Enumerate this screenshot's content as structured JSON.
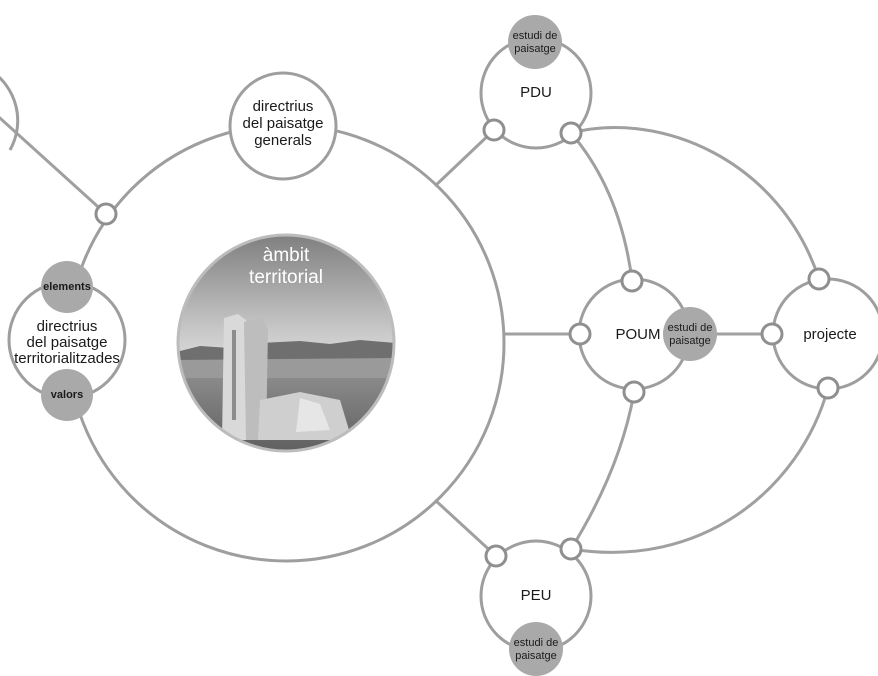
{
  "diagram": {
    "center": {
      "title_line1": "àmbit",
      "title_line2": "territorial",
      "photo": "landscape-ruins-photo"
    },
    "generals": {
      "line1": "directrius",
      "line2": "del paisatge",
      "line3": "generals"
    },
    "territorialitzades": {
      "line1": "directrius",
      "line2": "del paisatge",
      "line3": "territorialitzades",
      "top_badge": "elements",
      "bottom_badge": "valors"
    },
    "pdu": {
      "label": "PDU",
      "badge_line1": "estudi de",
      "badge_line2": "paisatge"
    },
    "poum": {
      "label": "POUM",
      "badge_line1": "estudi de",
      "badge_line2": "paisatge"
    },
    "peu": {
      "label": "PEU",
      "badge_line1": "estudi de",
      "badge_line2": "paisatge"
    },
    "projecte": {
      "label": "projecte"
    }
  },
  "colors": {
    "ring": "#9e9e9e",
    "badge_fill": "#a9a9a9",
    "connector": "#a0a0a0"
  }
}
